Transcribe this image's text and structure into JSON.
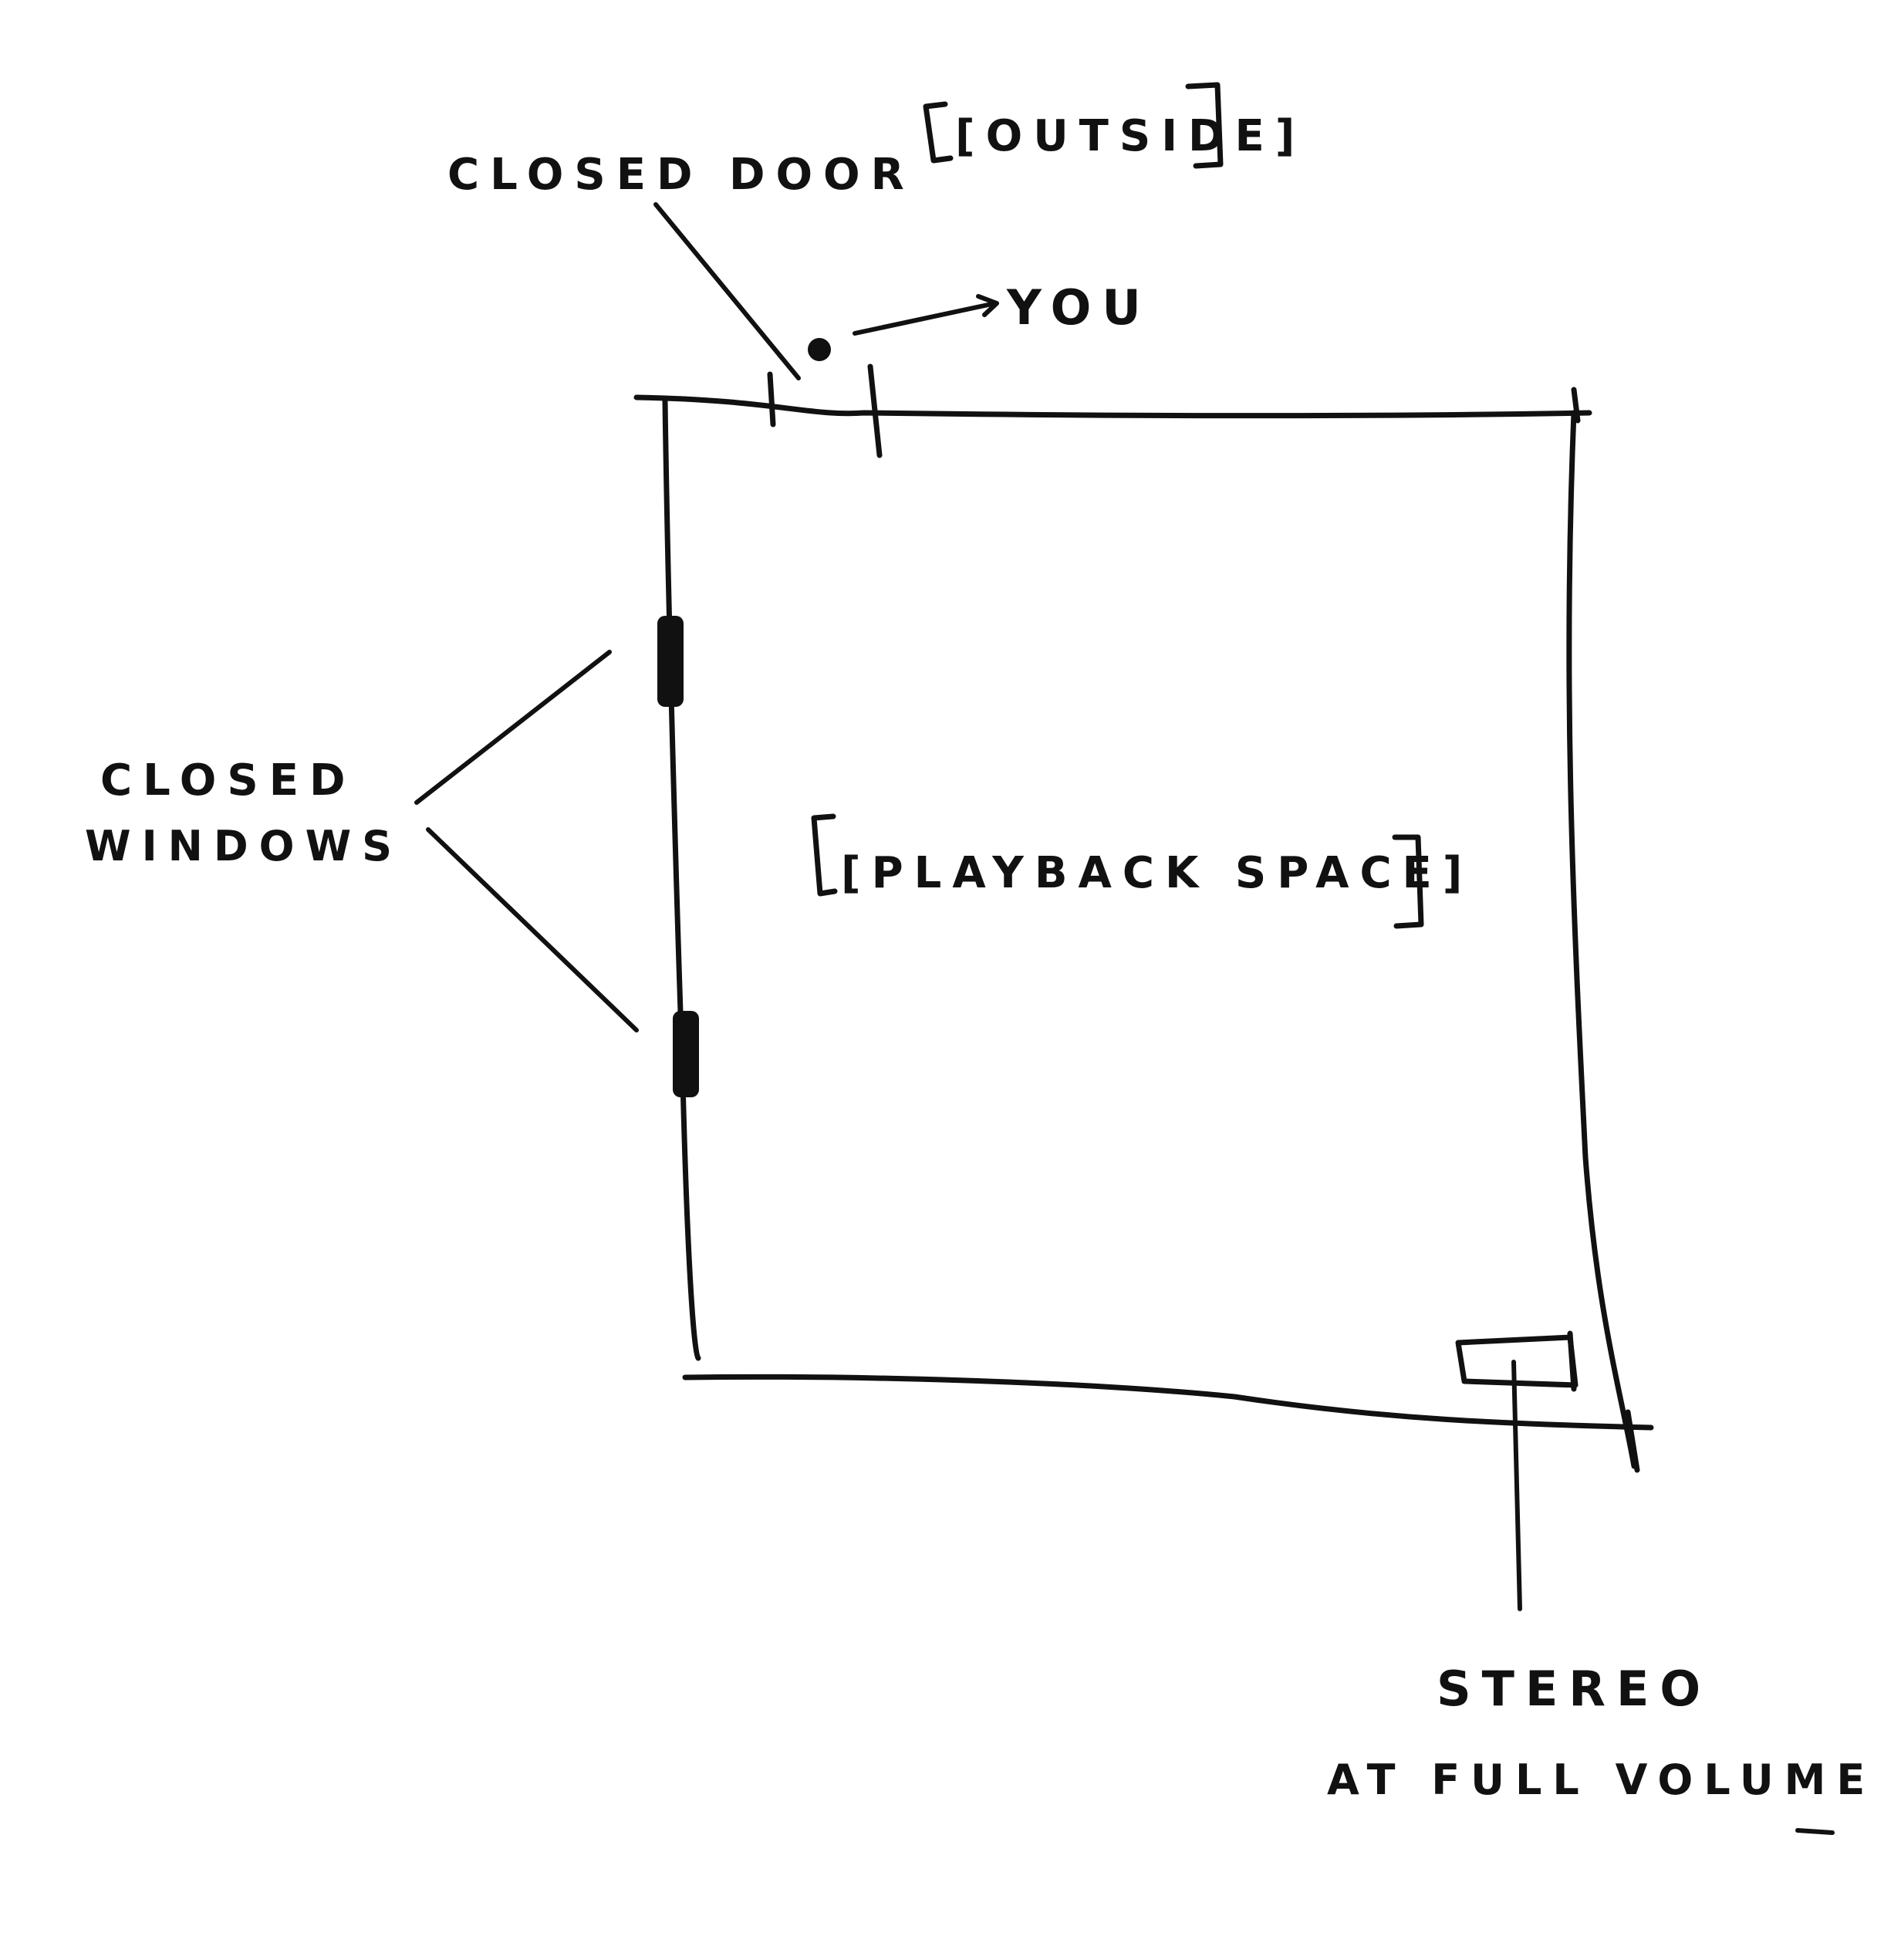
{
  "diagram": {
    "labels": {
      "outside": "[OUTSIDE]",
      "closed_door": "CLOSED DOOR",
      "you": "YOU",
      "closed_windows_line1": "CLOSED",
      "closed_windows_line2": "WINDOWS",
      "playback_space": "[PLAYBACK SPACE]",
      "stereo_line1": "STEREO",
      "stereo_line2": "AT FULL VOLUME"
    },
    "colors": {
      "ink": "#111111",
      "paper": "#ffffff"
    }
  }
}
